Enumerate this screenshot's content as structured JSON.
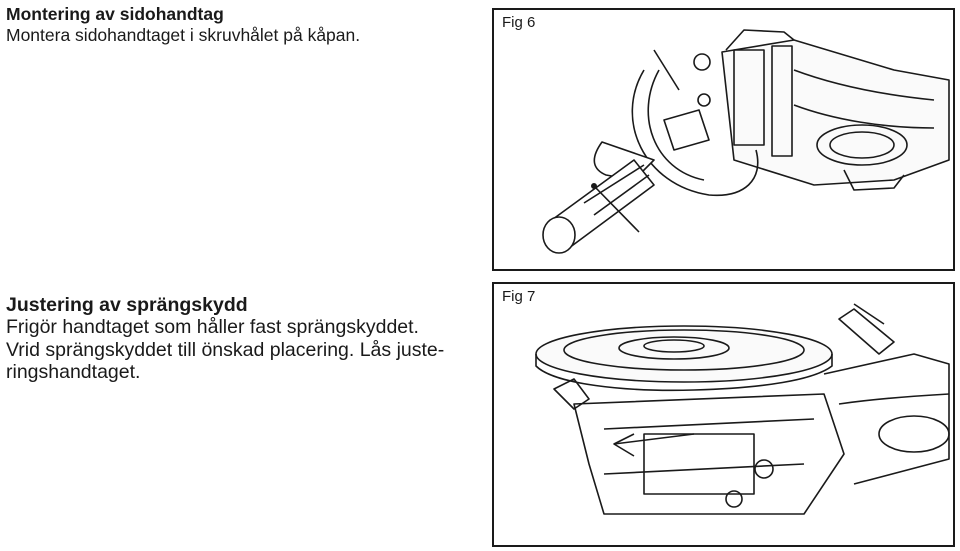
{
  "section1": {
    "heading": "Montering av sidohandtag",
    "lines": [
      "Montera sidohandtaget i skruvhålet på kåpan."
    ]
  },
  "section2": {
    "heading": "Justering av sprängskydd",
    "lines": [
      "Frigör handtaget som håller fast sprängskyddet.",
      "Vrid sprängskyddet till önskad placering. Lås juste-",
      "ringshandtaget."
    ]
  },
  "fig6": {
    "label": "Fig 6"
  },
  "fig7": {
    "label": "Fig 7"
  }
}
